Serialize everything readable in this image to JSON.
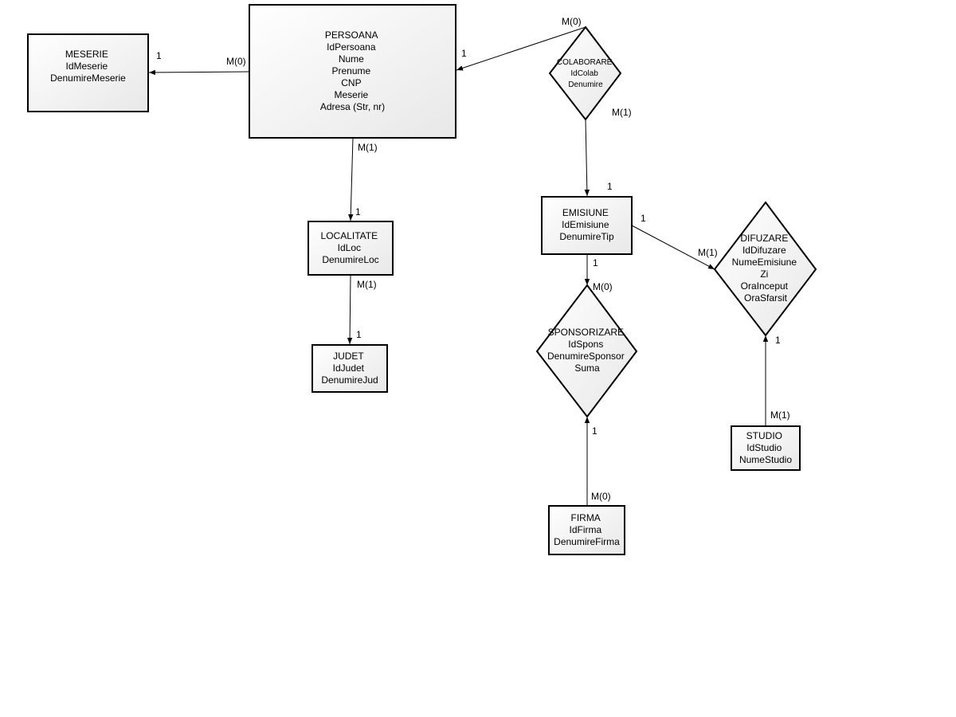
{
  "entities": {
    "meserie": {
      "lines": [
        "MESERIE",
        "IdMeserie",
        "DenumireMeserie"
      ]
    },
    "persoana": {
      "lines": [
        "PERSOANA",
        "IdPersoana",
        "Nume",
        "Prenume",
        "CNP",
        "Meserie",
        "Adresa (Str, nr)"
      ]
    },
    "localitate": {
      "lines": [
        "LOCALITATE",
        "IdLoc",
        "DenumireLoc"
      ]
    },
    "judet": {
      "lines": [
        "JUDET",
        "IdJudet",
        "DenumireJud"
      ]
    },
    "emisiune": {
      "lines": [
        "EMISIUNE",
        "IdEmisiune",
        "DenumireTip"
      ]
    },
    "studio": {
      "lines": [
        "STUDIO",
        "IdStudio",
        "NumeStudio"
      ]
    },
    "firma": {
      "lines": [
        "FIRMA",
        "IdFirma",
        "DenumireFirma"
      ]
    }
  },
  "relationships": {
    "colaborare": {
      "lines": [
        "COLABORARE",
        "IdColab",
        "Denumire"
      ]
    },
    "sponsorizare": {
      "lines": [
        "SPONSORIZARE",
        "IdSpons",
        "DenumireSponsor",
        "Suma"
      ]
    },
    "difuzare": {
      "lines": [
        "DIFUZARE",
        "IdDifuzare",
        "NumeEmisiune",
        "Zi",
        "OraInceput",
        "OraSfarsit"
      ]
    }
  },
  "cardinalities": {
    "meserie_one": "1",
    "persoana_meserie_many": "M(0)",
    "persoana_colab_one": "1",
    "colab_persoana_many": "M(0)",
    "colab_emisiune_many": "M(1)",
    "emisiune_colab_one": "1",
    "persoana_loc_many": "M(1)",
    "localitate_one": "1",
    "loc_judet_many": "M(1)",
    "judet_one": "1",
    "emisiune_difuzare_one": "1",
    "difuzare_emisiune_many": "M(1)",
    "emisiune_spons_one": "1",
    "spons_emisiune_many": "M(0)",
    "spons_firma_one": "1",
    "firma_spons_many": "M(0)",
    "difuzare_studio_one": "1",
    "studio_difuzare_many": "M(1)"
  }
}
